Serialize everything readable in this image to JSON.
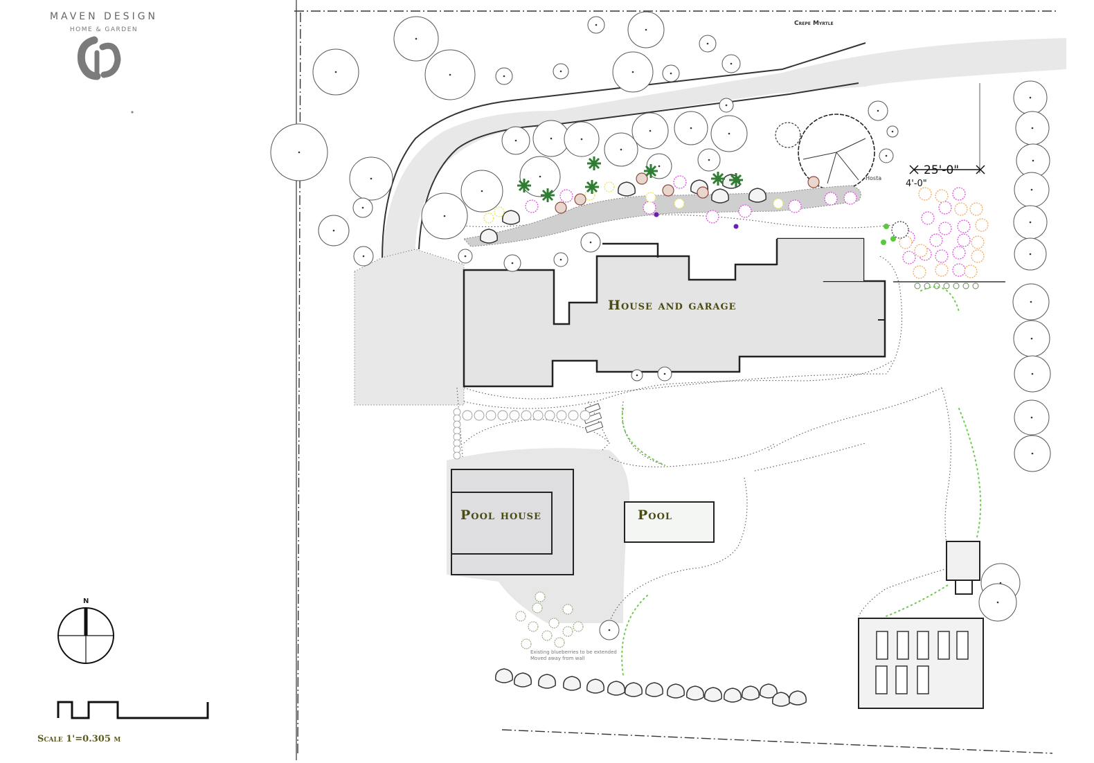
{
  "branding": {
    "name": "MAVEN DESIGN",
    "tagline": "HOME & GARDEN"
  },
  "labels": {
    "house": "House and garage",
    "pool_house": "Pool house",
    "pool": "Pool",
    "crepe_myrtle": "Crepe Myrtle",
    "hosta": "Hosta",
    "dimension": "25'-0\"",
    "dimension_secondary": "4'-0\"",
    "note_line1": "Existing blueberries to be extended",
    "note_line2": "Moved away from wall"
  },
  "legend": {
    "north": "N",
    "scale": "Scale 1'=0.305 m"
  },
  "colors": {
    "outline": "#222222",
    "tree_outline": "#555555",
    "paving": "#e6e6e6",
    "building_fill": "#e4e4e5",
    "label_text": "#4a4a14",
    "pink_flower": "#e040e0",
    "orange_flower": "#f0a050",
    "yellow_flower": "#e8e040",
    "green_plant": "#2e7d32",
    "lawn_dots": "#6ccb4a"
  }
}
